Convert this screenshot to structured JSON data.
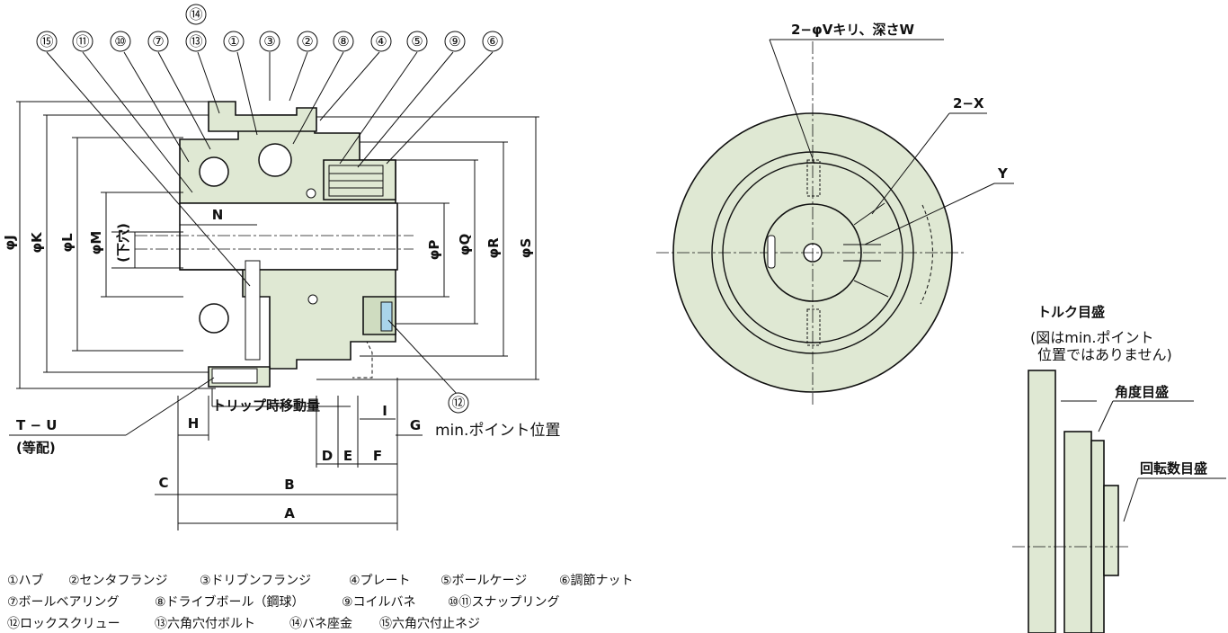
{
  "callouts": [
    "⑭",
    "⑮",
    "⑪",
    "⑩",
    "⑦",
    "⑬",
    "①",
    "③",
    "②",
    "⑧",
    "④",
    "⑤",
    "⑨",
    "⑥",
    "⑫"
  ],
  "diameter_dims": [
    "φJ",
    "φK",
    "φL",
    "φM",
    "φP",
    "φQ",
    "φR",
    "φS"
  ],
  "bore_note": "(下穴)",
  "length_dims": {
    "N": "N",
    "H": "H",
    "C": "C",
    "B": "B",
    "A": "A",
    "D": "D",
    "E": "E",
    "F": "F",
    "I": "I",
    "G": "G"
  },
  "notes": {
    "trip_travel": "トリップ時移動量",
    "min_point": "min.ポイント位置",
    "tu": "T − U",
    "tu_equal": "(等配)",
    "drill": "2−φVキリ、深さW",
    "x": "2−X",
    "y": "Y",
    "torque_scale": "トルク目盛",
    "not_min_1": "(図はmin.ポイント",
    "not_min_2": "位置ではありません)",
    "angle_scale": "角度目盛",
    "rpm_scale": "回転数目盛"
  },
  "legend": [
    [
      "①ハブ",
      "②センタフランジ",
      "③ドリブンフランジ",
      "④プレート",
      "⑤ボールケージ",
      "⑥調節ナット"
    ],
    [
      "⑦ボールベアリング",
      "⑧ドライブボール（鋼球）",
      "⑨コイルバネ",
      "⑩⑪スナップリング"
    ],
    [
      "⑫ロックスクリュー",
      "⑬六角穴付ボルト",
      "⑭バネ座金",
      "⑮六角穴付止ネジ"
    ]
  ],
  "colors": {
    "part_fill": "#dfe8d3",
    "line": "#111111",
    "accent": "#a9d4ea"
  }
}
